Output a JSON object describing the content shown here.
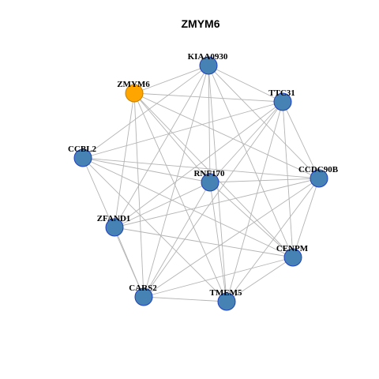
{
  "title": "ZMYM6",
  "colors": {
    "focus_fill": "#FFA500",
    "focus_stroke": "#C47F00",
    "node_fill": "#4682B4",
    "node_stroke": "#1F3FBF",
    "edge": "#B4B4B4"
  },
  "nodes": [
    {
      "id": "KIAA0930",
      "focus": false
    },
    {
      "id": "ZMYM6",
      "focus": true
    },
    {
      "id": "TTC31",
      "focus": false
    },
    {
      "id": "CCBL2",
      "focus": false
    },
    {
      "id": "CCDC90B",
      "focus": false
    },
    {
      "id": "RNF170",
      "focus": false
    },
    {
      "id": "ZFAND1",
      "focus": false
    },
    {
      "id": "CENPM",
      "focus": false
    },
    {
      "id": "CARS2",
      "focus": false
    },
    {
      "id": "TMEM5",
      "focus": false
    }
  ],
  "edges": [
    [
      "KIAA0930",
      "ZMYM6"
    ],
    [
      "KIAA0930",
      "TTC31"
    ],
    [
      "KIAA0930",
      "CCBL2"
    ],
    [
      "KIAA0930",
      "CCDC90B"
    ],
    [
      "KIAA0930",
      "RNF170"
    ],
    [
      "KIAA0930",
      "ZFAND1"
    ],
    [
      "KIAA0930",
      "CENPM"
    ],
    [
      "KIAA0930",
      "CARS2"
    ],
    [
      "KIAA0930",
      "TMEM5"
    ],
    [
      "ZMYM6",
      "TTC31"
    ],
    [
      "ZMYM6",
      "RNF170"
    ],
    [
      "ZMYM6",
      "ZFAND1"
    ],
    [
      "ZMYM6",
      "CENPM"
    ],
    [
      "ZMYM6",
      "CARS2"
    ],
    [
      "ZMYM6",
      "TMEM5"
    ],
    [
      "ZMYM6",
      "CCDC90B"
    ],
    [
      "TTC31",
      "CCBL2"
    ],
    [
      "TTC31",
      "CCDC90B"
    ],
    [
      "TTC31",
      "RNF170"
    ],
    [
      "TTC31",
      "ZFAND1"
    ],
    [
      "TTC31",
      "CENPM"
    ],
    [
      "TTC31",
      "CARS2"
    ],
    [
      "TTC31",
      "TMEM5"
    ],
    [
      "CCBL2",
      "RNF170"
    ],
    [
      "CCBL2",
      "CCDC90B"
    ],
    [
      "CCBL2",
      "CARS2"
    ],
    [
      "CCBL2",
      "CENPM"
    ],
    [
      "CCBL2",
      "TMEM5"
    ],
    [
      "CCDC90B",
      "RNF170"
    ],
    [
      "CCDC90B",
      "ZFAND1"
    ],
    [
      "CCDC90B",
      "CENPM"
    ],
    [
      "CCDC90B",
      "CARS2"
    ],
    [
      "CCDC90B",
      "TMEM5"
    ],
    [
      "RNF170",
      "ZFAND1"
    ],
    [
      "RNF170",
      "TMEM5"
    ],
    [
      "RNF170",
      "CENPM"
    ],
    [
      "RNF170",
      "CARS2"
    ],
    [
      "ZFAND1",
      "CARS2"
    ],
    [
      "ZFAND1",
      "CENPM"
    ],
    [
      "CENPM",
      "CARS2"
    ],
    [
      "CENPM",
      "TMEM5"
    ],
    [
      "CARS2",
      "TMEM5"
    ]
  ]
}
